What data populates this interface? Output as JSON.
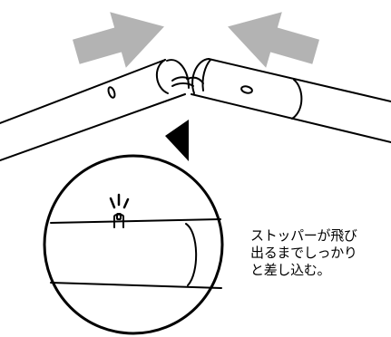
{
  "caption": {
    "lines": [
      "ストッパーが飛び",
      "出るまでしっかり",
      "と差し込む。"
    ]
  },
  "colors": {
    "arrow": "#b3b3b3",
    "line": "#000000",
    "background": "#ffffff"
  },
  "icons": {
    "left_arrow": "arrow-right-icon",
    "right_arrow": "arrow-left-icon",
    "stopper_burst": "sparkle-lines-icon"
  }
}
